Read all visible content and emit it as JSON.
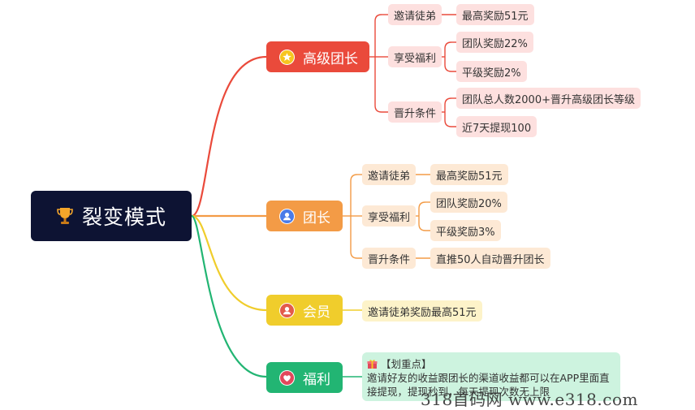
{
  "root": {
    "label": "裂变模式",
    "icon": "trophy-icon"
  },
  "colors": {
    "root": "#0d1333",
    "red": "#ea4a3b",
    "orange": "#f39b46",
    "yellow": "#f0cd2c",
    "green": "#22b573"
  },
  "branches": {
    "senior": {
      "label": "高级团长",
      "icon": "star-icon",
      "invite": {
        "label": "邀请徒弟",
        "detail": "最高奖励51元"
      },
      "benefits": {
        "label": "享受福利",
        "items": [
          "团队奖励22%",
          "平级奖励2%"
        ]
      },
      "promotion": {
        "label": "晋升条件",
        "items": [
          "团队总人数2000+晋升高级团长等级",
          "近7天提现100"
        ]
      }
    },
    "leader": {
      "label": "团长",
      "icon": "user-icon",
      "invite": {
        "label": "邀请徒弟",
        "detail": "最高奖励51元"
      },
      "benefits": {
        "label": "享受福利",
        "items": [
          "团队奖励20%",
          "平级奖励3%"
        ]
      },
      "promotion": {
        "label": "晋升条件",
        "items": [
          "直推50人自动晋升团长"
        ]
      }
    },
    "member": {
      "label": "会员",
      "icon": "member-icon",
      "detail": "邀请徒弟奖励最高51元"
    },
    "welfare": {
      "label": "福利",
      "icon": "heart-icon",
      "note": {
        "title": "【划重点】",
        "line1": "邀请好友的收益跟团长的渠道收益都可以在APP里面直",
        "line2": "接提现，提现秒到，每天提现次数无上限"
      }
    }
  },
  "watermark": "318首码网 www.e318.com"
}
